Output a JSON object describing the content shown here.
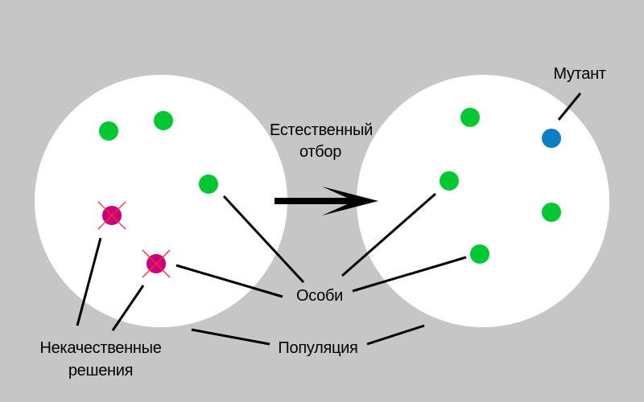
{
  "labels": {
    "selection_line1": "Естественный",
    "selection_line2": "отбор",
    "mutant": "Мутант",
    "individuals": "Особи",
    "population": "Популяция",
    "bad_line1": "Некачественные",
    "bad_line2": "решения"
  },
  "colors": {
    "background": "#c6c6c6",
    "population_circle": "#ffffff",
    "individual": "#00c832",
    "mutant": "#0a7fc4",
    "bad_solution": "#c8007e",
    "cross": "#ff2a2a",
    "line": "#000000"
  },
  "icons": {
    "arrow": "right-arrow-icon",
    "cross": "cross-mark-icon"
  }
}
